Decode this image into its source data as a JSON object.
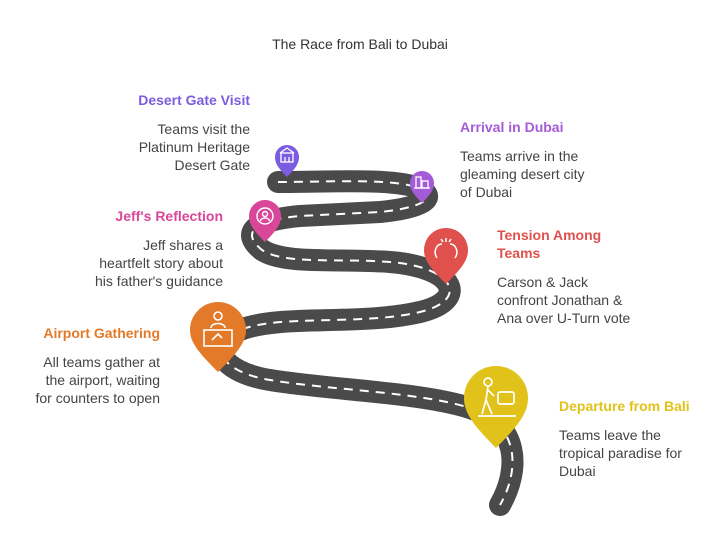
{
  "title": "The Race from Bali to Dubai",
  "colors": {
    "road": "#555555",
    "road_edge": "#3a3a3a",
    "dash": "#ffffff"
  },
  "milestones": [
    {
      "heading": "Desert Gate Visit",
      "description": "Teams visit the\nPlatinum Heritage\nDesert Gate",
      "color": "#7B5CE0",
      "icon": "building-icon"
    },
    {
      "heading": "Arrival in Dubai",
      "description": "Teams arrive in the\ngleaming desert city\nof Dubai",
      "color": "#A45BD8",
      "icon": "city-icon"
    },
    {
      "heading": "Jeff's Reflection",
      "description": "Jeff shares a\nheartfelt story about\nhis father's guidance",
      "color": "#D8479A",
      "icon": "reflection-icon"
    },
    {
      "heading": "Tension Among Teams",
      "description": "Carson & Jack\nconfront Jonathan &\nAna over U-Turn vote",
      "color": "#E0504C",
      "icon": "conflict-icon"
    },
    {
      "heading": "Airport Gathering",
      "description": "All teams gather at\nthe airport, waiting\nfor counters to open",
      "color": "#E37A2A",
      "icon": "airport-counter-icon"
    },
    {
      "heading": "Departure from Bali",
      "description": "Teams leave the\ntropical paradise for\nDubai",
      "color": "#E0C21B",
      "icon": "traveler-luggage-icon"
    }
  ]
}
